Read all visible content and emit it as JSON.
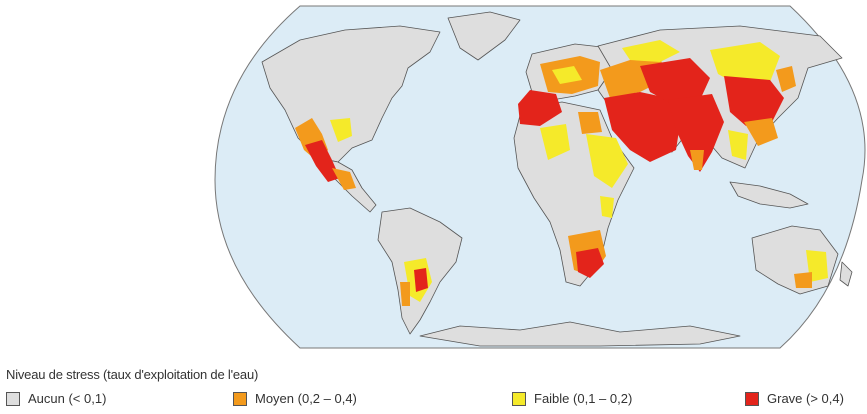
{
  "legend": {
    "title": "Niveau de stress (taux d'exploitation de l'eau)",
    "items": [
      {
        "label": "Aucun (< 0,1)",
        "color": "#dedede"
      },
      {
        "label": "Moyen (0,2 – 0,4)",
        "color": "#f39a1c"
      },
      {
        "label": "Faible (0,1 – 0,2)",
        "color": "#f5ea2a"
      },
      {
        "label": "Grave (> 0,4)",
        "color": "#e3241b"
      }
    ]
  },
  "colors": {
    "ocean": "#dcecf6",
    "land_none": "#dedede",
    "outline": "#666666"
  }
}
